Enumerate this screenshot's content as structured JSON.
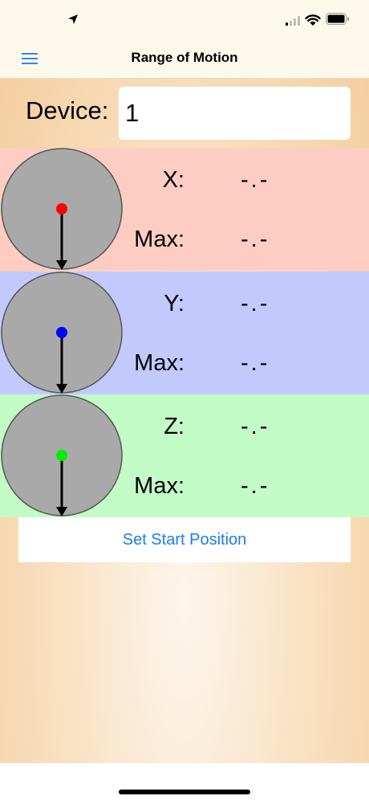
{
  "status_bar": {
    "icons": [
      "location-icon",
      "signal-icon",
      "wifi-icon",
      "battery-icon"
    ]
  },
  "nav": {
    "title": "Range of Motion",
    "menu_icon": "hamburger-menu-icon",
    "accent_color": "#1c7cf0"
  },
  "device": {
    "label": "Device:",
    "value": "1"
  },
  "axes": [
    {
      "key": "x",
      "label": "X:",
      "value": "-.-",
      "max_label": "Max:",
      "max_value": "-.-",
      "row_color": "#fdcdc4",
      "dot_color": "#ff0000"
    },
    {
      "key": "y",
      "label": "Y:",
      "value": "-.-",
      "max_label": "Max:",
      "max_value": "-.-",
      "row_color": "#c3c9fd",
      "dot_color": "#0000ff"
    },
    {
      "key": "z",
      "label": "Z:",
      "value": "-.-",
      "max_label": "Max:",
      "max_value": "-.-",
      "row_color": "#c3fbc7",
      "dot_color": "#00ee00"
    }
  ],
  "actions": {
    "set_start_label": "Set Start Position"
  }
}
